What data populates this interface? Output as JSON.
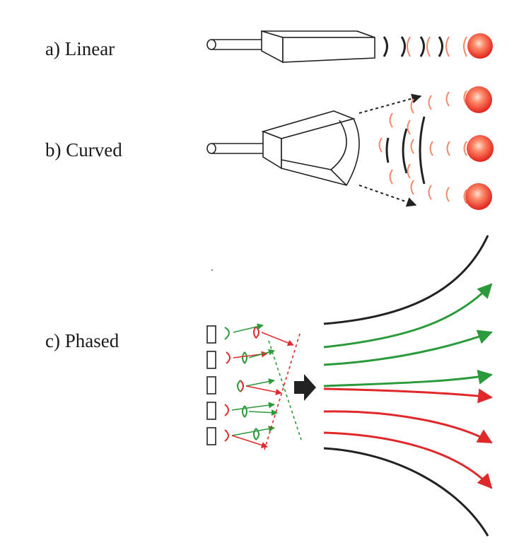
{
  "labels": {
    "linear": "a) Linear",
    "curved": "b) Curved",
    "phased": "c) Phased"
  },
  "colors": {
    "outline": "#222222",
    "wave_light": "#f08a6a",
    "green": "#2a9a3a",
    "red": "#e0282a",
    "target_core": "#ffd4c4",
    "target_edge": "#e02a1a"
  },
  "icons": {
    "probe": "transducer-probe-icon",
    "target": "red-sphere-target-icon",
    "arrow": "right-block-arrow-icon"
  }
}
